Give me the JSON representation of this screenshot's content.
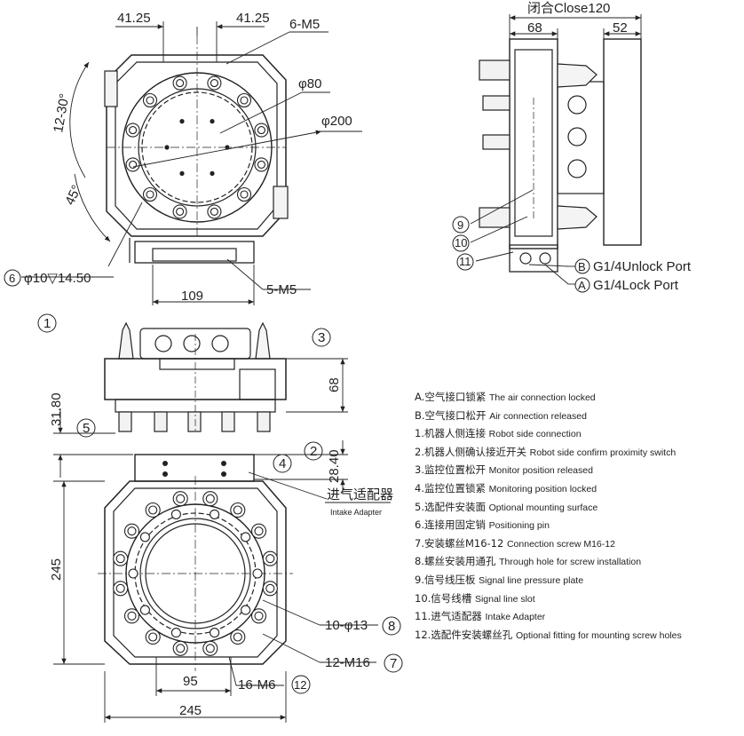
{
  "top_view": {
    "dim_left": "41.25",
    "dim_right": "41.25",
    "screws": "6-M5",
    "dia_inner": "φ80",
    "dia_outer": "φ200",
    "angle_small": "12-30°",
    "angle_large": "45°",
    "pin_num": "6",
    "pin_dim": "φ10▽14.50",
    "plate_width": "109",
    "plate_screws": "5-M5"
  },
  "side_view": {
    "close_label": "闭合Close120",
    "dim_left": "68",
    "dim_right": "52",
    "callout_9": "9",
    "callout_10": "10",
    "callout_11": "11",
    "port_b_letter": "B",
    "port_b_text": "G1/4Unlock Port",
    "port_a_letter": "A",
    "port_a_text": "G1/4Lock Port"
  },
  "front_view": {
    "callout_1": "1",
    "callout_3": "3",
    "height_68": "68",
    "height_3180": "31.80",
    "callout_5": "5",
    "callout_2": "2",
    "height_2840": "28.40"
  },
  "bottom_view": {
    "callout_4": "4",
    "adapter_cn": "进气适配器",
    "adapter_en": "Intake Adapter",
    "height_245": "245",
    "holes": "10-φ13",
    "holes_num": "8",
    "screws": "12-M16",
    "screws_num": "7",
    "dim_95": "95",
    "m6": "16-M6",
    "m6_num": "12",
    "width_245": "245"
  },
  "legend": [
    {
      "cn": "A.空气接口锁紧",
      "en": "The air connection locked"
    },
    {
      "cn": "B.空气接口松开",
      "en": "Air connection released"
    },
    {
      "cn": "1.机器人侧连接",
      "en": "Robot side connection"
    },
    {
      "cn": "2.机器人侧确认接近开关",
      "en": "Robot side confirm proximity switch"
    },
    {
      "cn": "3.监控位置松开",
      "en": "Monitor position released"
    },
    {
      "cn": "4.监控位置锁紧",
      "en": "Monitoring position locked"
    },
    {
      "cn": "5.选配件安装面",
      "en": "Optional mounting surface"
    },
    {
      "cn": "6.连接用固定销",
      "en": "Positioning pin"
    },
    {
      "cn": "7.安装螺丝M16-12",
      "en": "Connection screw M16-12"
    },
    {
      "cn": "8.螺丝安装用通孔",
      "en": "Through hole for screw installation"
    },
    {
      "cn": "9.信号线压板",
      "en": "Signal line pressure plate"
    },
    {
      "cn": "10.信号线槽",
      "en": "Signal line slot"
    },
    {
      "cn": "11.进气适配器",
      "en": "Intake Adapter"
    },
    {
      "cn": "12.选配件安装螺丝孔",
      "en": "Optional fitting for mounting screw holes"
    }
  ]
}
